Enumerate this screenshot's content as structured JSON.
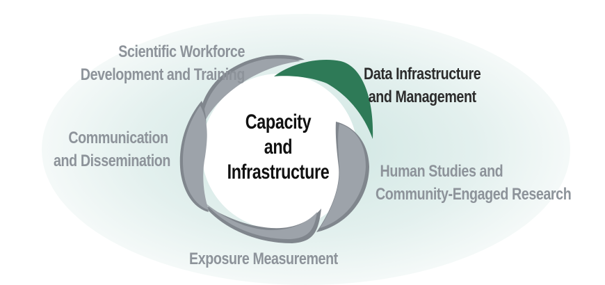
{
  "diagram": {
    "center_title": [
      "Capacity",
      "and",
      "Infrastructure"
    ],
    "segments": [
      {
        "id": "workforce",
        "lines": [
          "Scientific Workforce",
          "Development and Training"
        ],
        "highlighted": false
      },
      {
        "id": "data",
        "lines": [
          "Data Infrastructure",
          "and Management"
        ],
        "highlighted": true
      },
      {
        "id": "human",
        "lines": [
          "Human Studies and",
          "Community-Engaged Research"
        ],
        "highlighted": false
      },
      {
        "id": "exposure",
        "lines": [
          "Exposure Measurement"
        ],
        "highlighted": false
      },
      {
        "id": "communication",
        "lines": [
          "Communication",
          "and Dissemination"
        ],
        "highlighted": false
      }
    ],
    "colors": {
      "highlight": "#2e7a57",
      "petal": "#9da3aa",
      "petal_edge": "#80868d",
      "label_gray": "#8d939a",
      "label_dark": "#2c2c2c",
      "glow": "#cfe6e2"
    }
  }
}
